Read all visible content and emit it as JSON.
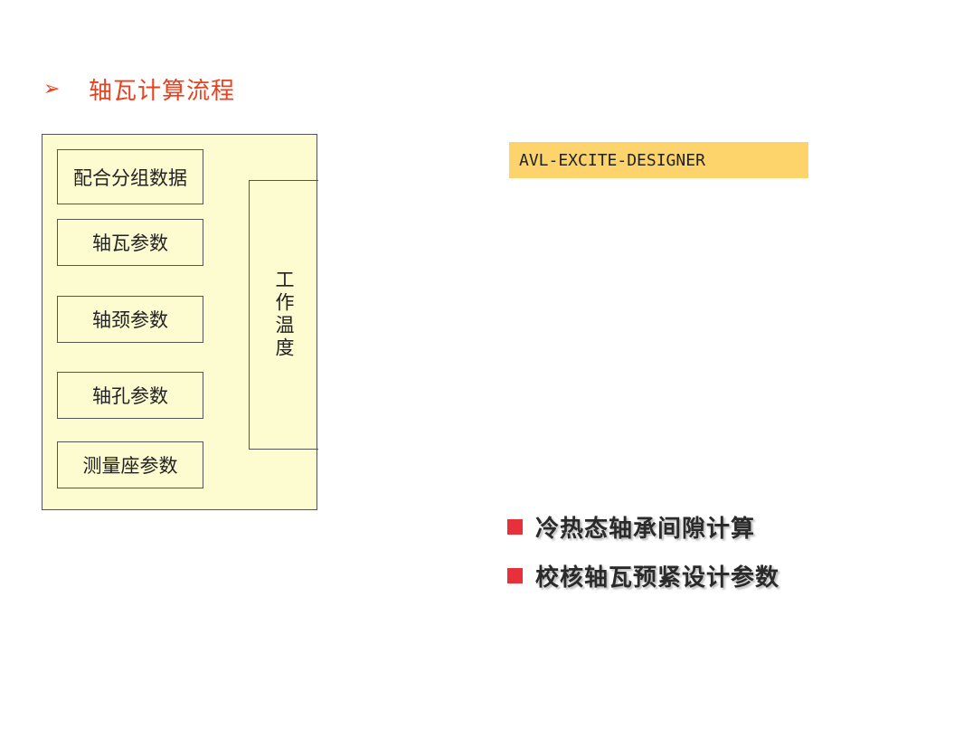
{
  "header": {
    "bullet_glyph": "➢",
    "title": "轴瓦计算流程"
  },
  "inputs_panel": {
    "items": [
      "配合分组数据",
      "轴瓦参数",
      "轴颈参数",
      "轴孔参数",
      "测量座参数"
    ],
    "temperature_label": "工作温度"
  },
  "software_label": "AVL-EXCITE-DESIGNER",
  "results": [
    "冷热态轴承间隙计算",
    "校核轴瓦预紧设计参数"
  ],
  "colors": {
    "accent": "#e8411e",
    "panel_bg": "#fdfbd0",
    "software_bg": "#fcd46b",
    "bullet": "#e8303a"
  }
}
